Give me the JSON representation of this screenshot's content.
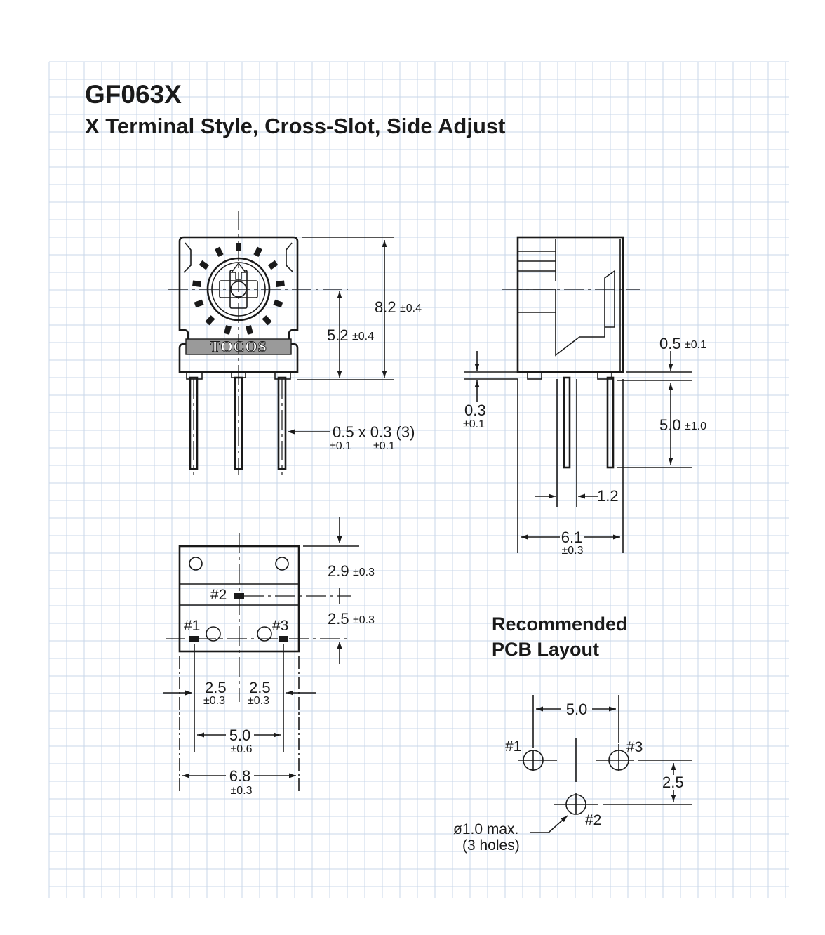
{
  "header": {
    "model": "GF063X",
    "subtitle": "X Terminal Style, Cross-Slot, Side Adjust"
  },
  "colors": {
    "grid": "#c9d7ea",
    "ink": "#1a1a1a",
    "label_band": "#9a9a9a"
  },
  "front_view": {
    "brand": "TOCOS",
    "dim_height": {
      "value": "8.2",
      "tol": "±0.4"
    },
    "dim_center": {
      "value": "5.2",
      "tol": "±0.4"
    },
    "dim_pin": {
      "value": "0.5 x 0.3 (3)",
      "tol_a": "±0.1",
      "tol_b": "±0.1"
    }
  },
  "side_view": {
    "dim_standoff_top": {
      "value": "0.5",
      "tol": "±0.1"
    },
    "dim_standoff_left": {
      "value": "0.3",
      "tol": "±0.1"
    },
    "dim_lead": {
      "value": "5.0",
      "tol": "±1.0"
    },
    "dim_pitch": {
      "value": "1.2"
    },
    "dim_depth": {
      "value": "6.1",
      "tol": "±0.3"
    }
  },
  "bottom_view": {
    "pin1": "#1",
    "pin2": "#2",
    "pin3": "#3",
    "dim_row1": {
      "value": "2.9",
      "tol": "±0.3"
    },
    "dim_row2": {
      "value": "2.5",
      "tol": "±0.3"
    },
    "dim_left": {
      "value": "2.5",
      "tol": "±0.3"
    },
    "dim_right": {
      "value": "2.5",
      "tol": "±0.3"
    },
    "dim_span": {
      "value": "5.0",
      "tol": "±0.6"
    },
    "dim_width": {
      "value": "6.8",
      "tol": "±0.3"
    }
  },
  "pcb": {
    "title_line1": "Recommended",
    "title_line2": "PCB Layout",
    "pin1": "#1",
    "pin2": "#2",
    "pin3": "#3",
    "dim_span": "5.0",
    "dim_offset": "2.5",
    "hole_note_line1": "ø1.0 max.",
    "hole_note_line2": "(3 holes)"
  }
}
